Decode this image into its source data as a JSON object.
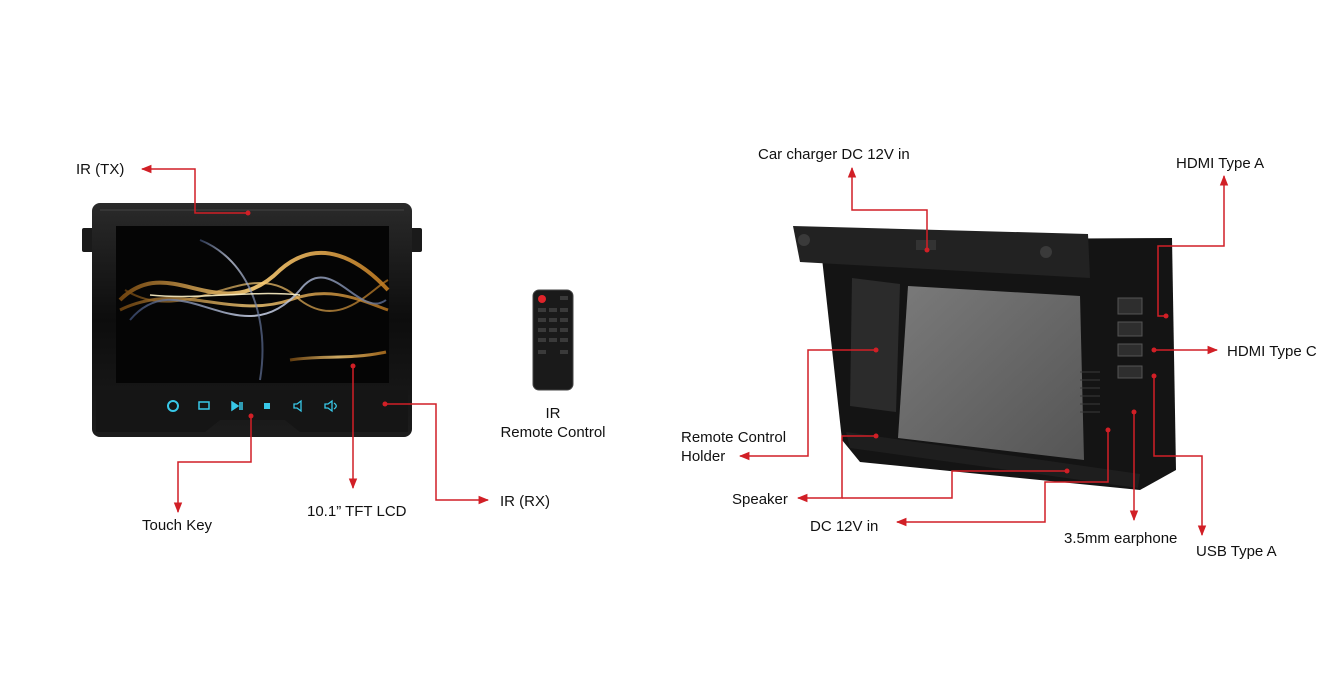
{
  "colors": {
    "leader_line": "#d11f26",
    "device_body": "#111111",
    "back_panel": "#6b6b6b",
    "touch_key_glow": "#38c8e8",
    "text": "#111111"
  },
  "front_view": {
    "labels": {
      "ir_tx": "IR (TX)",
      "touch_key": "Touch Key",
      "tft_lcd": "10.1” TFT LCD",
      "ir_rx": "IR (RX)"
    },
    "touch_keys": [
      "power-icon",
      "source-icon",
      "play-pause-icon",
      "stop-icon",
      "volume-down-icon",
      "volume-up-icon"
    ]
  },
  "remote": {
    "label_line1": "IR",
    "label_line2": "Remote Control"
  },
  "back_view": {
    "labels": {
      "car_charger": "Car charger DC 12V in",
      "hdmi_a": "HDMI Type A",
      "hdmi_c": "HDMI Type C",
      "remote_holder_line1": "Remote Control",
      "remote_holder_line2": "Holder",
      "speaker": "Speaker",
      "dc_in": "DC 12V in",
      "earphone": "3.5mm earphone",
      "usb_a": "USB Type A"
    }
  }
}
